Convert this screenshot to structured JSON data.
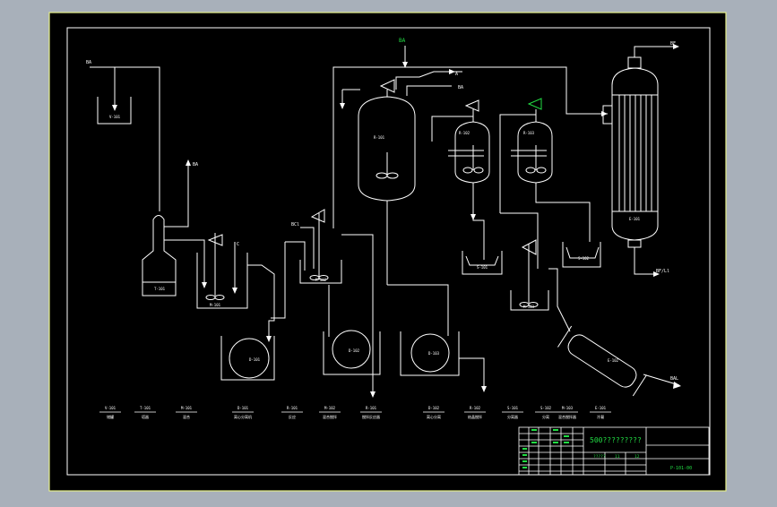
{
  "drawing": {
    "title_block": {
      "project_title": "500?????????",
      "sub_text": "?????",
      "sheet_numbers": [
        "11",
        "12"
      ],
      "drawing_no": "P-101-00"
    },
    "top_feed_label": "BA",
    "stream_labels": {
      "a": "BA",
      "b": "BA",
      "c": "A",
      "d": "BA",
      "e": "BA",
      "f": "C",
      "g": "BCl",
      "h": "BF",
      "i": "BF/Ll",
      "j": "BAL"
    },
    "equipment_tags": {
      "tank_top_left": "V-101",
      "tower": "T-101",
      "mix_tank_1": "M-101",
      "mix_tank_2": "M-102",
      "reactor": "R-101",
      "crystallizer_1": "R-102",
      "crystallizer_2": "R-103",
      "separator_1": "S-101",
      "separator_2": "S-102",
      "mix_tank_3": "M-103",
      "condenser": "E-101",
      "exchanger": "E-102",
      "drum_1": "D-101",
      "drum_2": "D-102",
      "drum_3": "D-103"
    },
    "legend": [
      {
        "code": "V-101",
        "name": "储罐"
      },
      {
        "code": "T-101",
        "name": "塔器"
      },
      {
        "code": "M-101",
        "name": "混合"
      },
      {
        "code": "D-101",
        "name": "离心分离机"
      },
      {
        "code": "R-101",
        "name": "反应"
      },
      {
        "code": "M-102",
        "name": "混合搅拌"
      },
      {
        "code": "R-101",
        "name": "搅拌反应器"
      },
      {
        "code": "D-102",
        "name": "离心分离"
      },
      {
        "code": "R-102",
        "name": "结晶搅拌"
      },
      {
        "code": "S-101",
        "name": "分离器"
      },
      {
        "code": "S-102",
        "name": "分离"
      },
      {
        "code": "M-103",
        "name": "混合搅拌器"
      },
      {
        "code": "E-101",
        "name": "冷凝"
      }
    ]
  },
  "colors": {
    "background": "#000000",
    "line": "#ffffff",
    "accent": "#22dd44",
    "frame": "#e6ef8a",
    "outer": "#a8b0ba"
  }
}
